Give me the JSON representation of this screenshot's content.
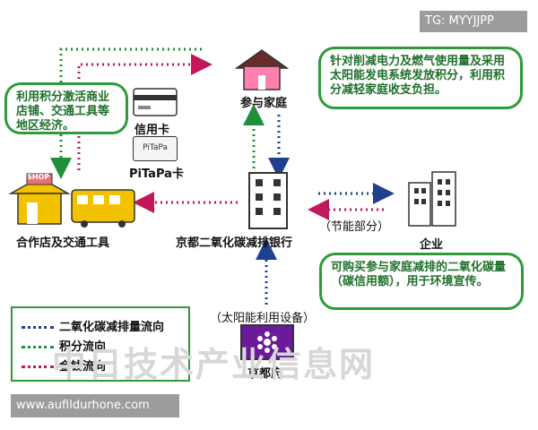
{
  "watermark_tag": "TG: MYYJJPP",
  "bottom_url": "www.aufildurhone.com",
  "watermark_text": "中日技术产业信息网",
  "household": {
    "label": "参与家庭"
  },
  "bubble_top": {
    "text": "针对削减电力及燃气使用量及采用太阳能发电系统发放积分，利用积分减轻家庭收支负担。"
  },
  "bubble_left": {
    "text": "利用积分激活商业店铺、交通工具等地区经济。"
  },
  "bubble_right": {
    "text": "可购买参与家庭减排的二氧化碳量（碳信用额），用于环境宣传。"
  },
  "credit_card": {
    "label": "信用卡"
  },
  "pitapa": {
    "label": "PiTaPa卡",
    "card_text": "PiTaPa"
  },
  "shop": {
    "label": "合作店及交通工具",
    "sign": "SHOP"
  },
  "bank": {
    "label": "京都二氧化碳减排银行"
  },
  "enterprise": {
    "label": "企业",
    "sub_label": "（节能部分）"
  },
  "kyoto": {
    "label": "京都府",
    "sub_label": "（太阳能利用设备）"
  },
  "legend": {
    "items": [
      {
        "label": "二氧化碳减排量流向",
        "color": "#1f3f8f"
      },
      {
        "label": "积分流向",
        "color": "#1f8f3a"
      },
      {
        "label": "金钱流向",
        "color": "#c2185b"
      }
    ]
  }
}
